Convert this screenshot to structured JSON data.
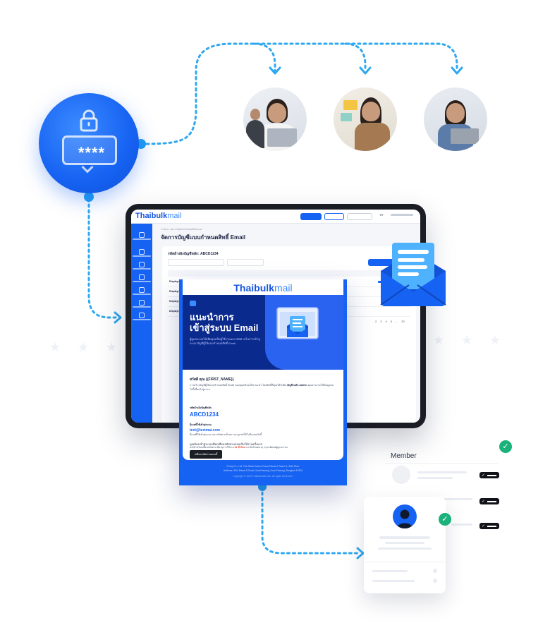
{
  "lock": {
    "masked_password": "****"
  },
  "tablet_app": {
    "logo_main": "Thaibulk",
    "logo_thin": "mail",
    "breadcrumb": "ภาพรวม › จัดการบัญชีแบบกำหนดสิทธิ์ Email",
    "page_title": "จัดการบัญชีแบบกำหนดสิทธิ์ Email",
    "account_label": "รหัสอ้างอิงบัญชีหลัก: ABCD1234",
    "rows": [
      "Displayname@st",
      "Displayname",
      "Displayname",
      "Displayname"
    ],
    "language": "TH",
    "pagination": [
      "2",
      "3",
      "4",
      "5",
      "...",
      "20"
    ]
  },
  "email": {
    "logo_main": "Thaibulk",
    "logo_thin": "mail",
    "hero_title_line1": "แนะนำการ",
    "hero_title_line2": "เข้าสู่ระบบ Email",
    "hero_sub": "ผู้ดูแลระบบได้เพิ่มคุณเป็นผู้ใช้งานและรหัสผ่านในการเข้าสู่ระบบ บัญชีผู้ใช้แบบกำหนดสิทธิ์ Email",
    "greeting": "สวัสดี คุณ {{FIRST_NAME}}",
    "intro_text_1": "การสร้างบัญชีผู้ใช้แบบกำหนดสิทธิ์ Email ของคุณพร้อมใช้งานแล้ว โดยสิทธิ์ที่คุณได้รับคือ",
    "intro_role": "บัญชีระดับ Admin",
    "intro_text_2": "คุณสามารถใช้ข้อมูลต่อไปนี้เพื่อเข้าสู่ระบบ",
    "ref_label": "รหัสอ้างอิงบัญชีหลัก",
    "ref_code": "ABCD1234",
    "login_email_label": "อีเมลที่ใช้เข้าสู่ระบบ",
    "login_email": "test@testmai.com",
    "login_hint": "อีเมลที่ใช้เข้าสู่ระบบ และรหัสผ่านชั่วคราวจะถูกส่งให้ในอีเมลฉบับนี้",
    "cta_prompt": "คุณต้องเข้าสู่ระบบเพื่อเปลี่ยนรหัสผ่านก่อนเริ่มใช้งานครั้งแรก",
    "cta_label": "เปลี่ยนรหัสผ่านตอนนี้",
    "note_1": "ลิงก์สำหรับเปลี่ยนรหัสผ่าน มีอายุการใช้งาน",
    "note_hours": "24 ชั่วโมง",
    "note_2": "หากลิงก์หมดอายุ กรุณาติดต่อผู้ดูแลระบบ",
    "footer_line1": "Proxy Co., Ltd. The Ninth Towers Grand Rama 9 Tower A, 33th Floor",
    "footer_line2": "Address: 33/4 Rama 9 Road, Huai Khwang, Huai Khwang, Bangkok 10310",
    "footer_line3": "Copyright © 2023 Thaibulkmail.com. All rights Reserved."
  },
  "members": {
    "title": "Member"
  },
  "colors": {
    "brand_blue": "#1662f2",
    "navy": "#0b2a8e",
    "success_green": "#1bb17a"
  }
}
